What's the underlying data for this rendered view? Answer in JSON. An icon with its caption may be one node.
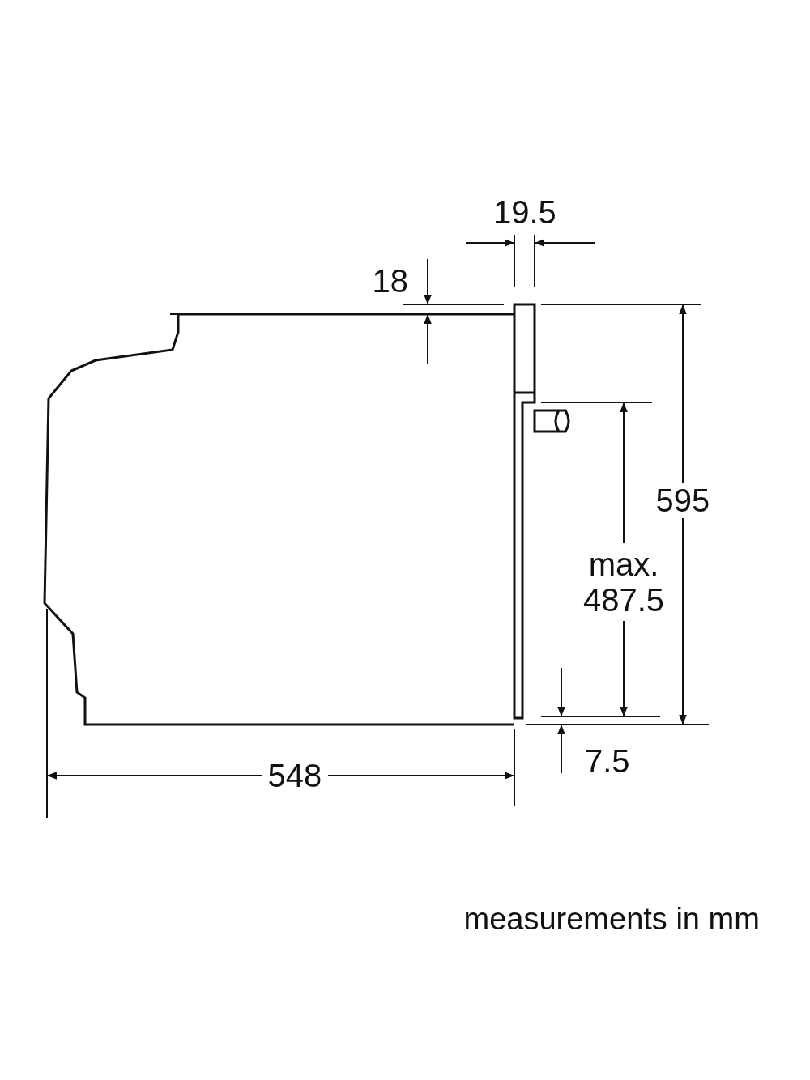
{
  "diagram": {
    "caption": "measurements in mm",
    "labels": [
      "19.5",
      "18",
      "595",
      "max. 487.5",
      "548",
      "7.5"
    ]
  }
}
